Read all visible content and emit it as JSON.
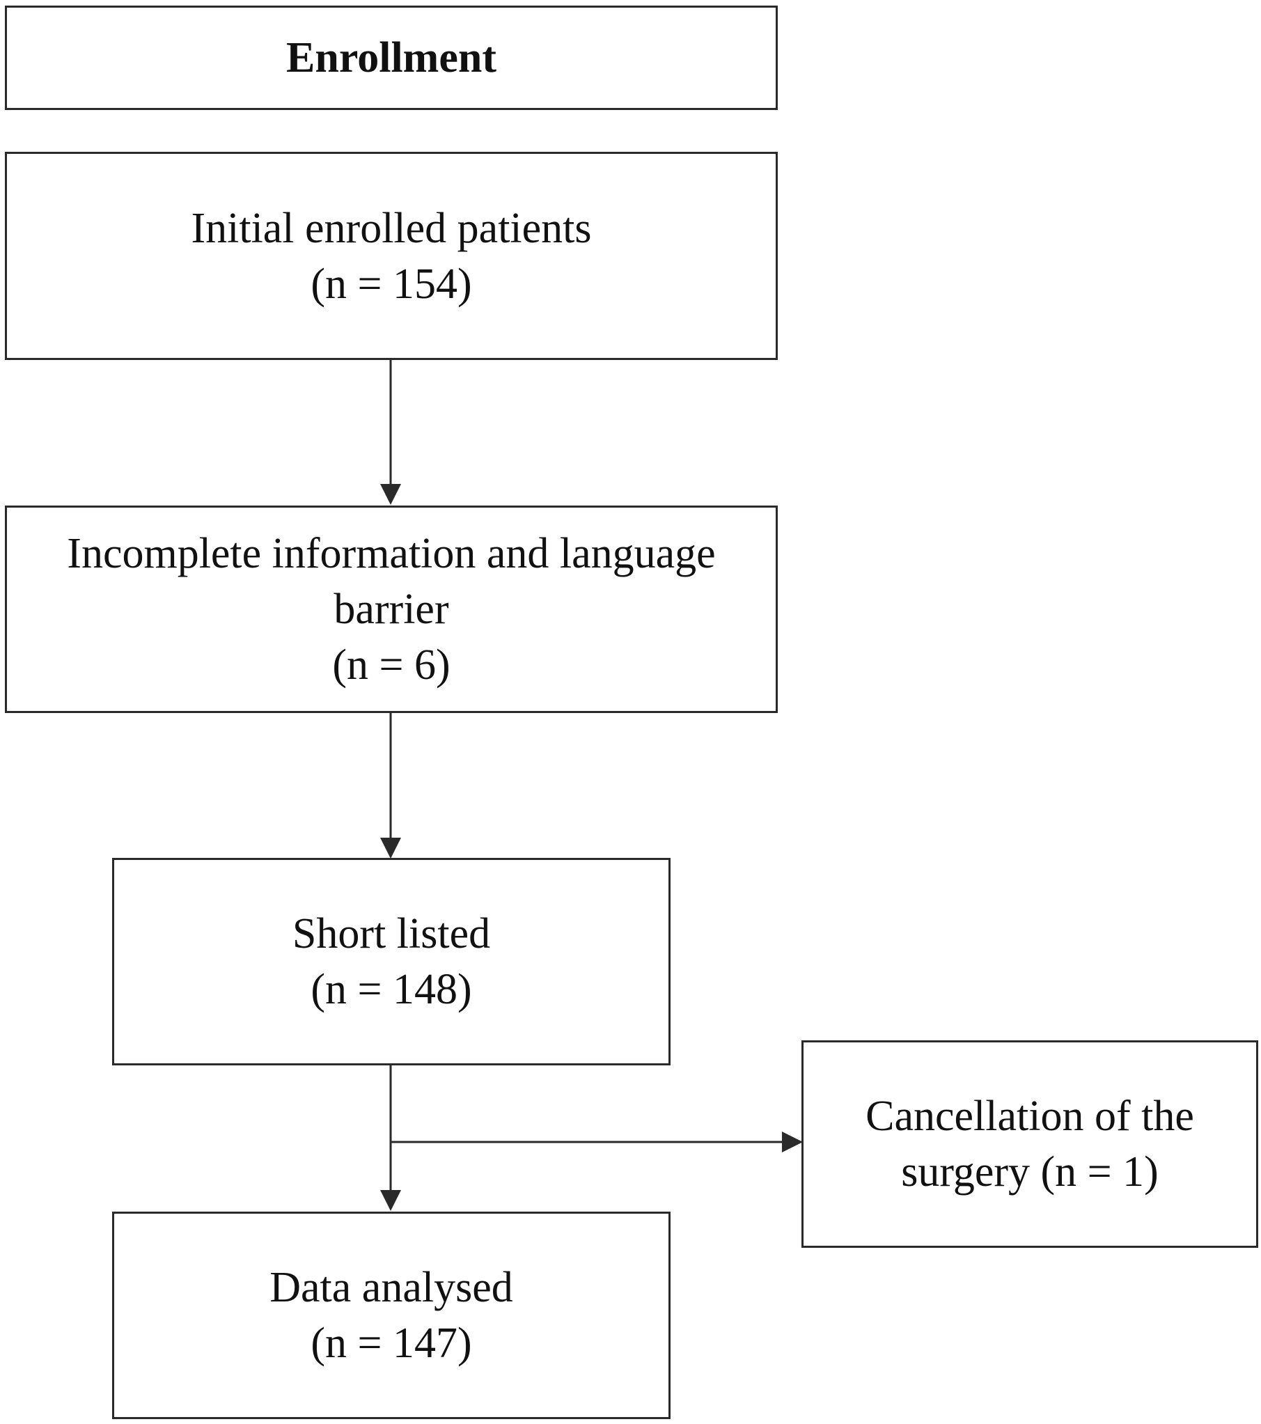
{
  "flowchart": {
    "enrollment": {
      "label": "Enrollment"
    },
    "initial": {
      "line1": "Initial enrolled patients",
      "line2": "(n = 154)"
    },
    "excluded": {
      "line1": "Incomplete information and language",
      "line2": "barrier",
      "line3": "(n = 6)"
    },
    "shortlisted": {
      "line1": "Short listed",
      "line2": "(n = 148)"
    },
    "cancelled": {
      "line1": "Cancellation of the",
      "line2": "surgery (n = 1)"
    },
    "analysed": {
      "line1": "Data analysed",
      "line2": "(n = 147)"
    }
  },
  "colors": {
    "stroke": "#2a2a2a",
    "text": "#111111",
    "background": "#ffffff"
  }
}
